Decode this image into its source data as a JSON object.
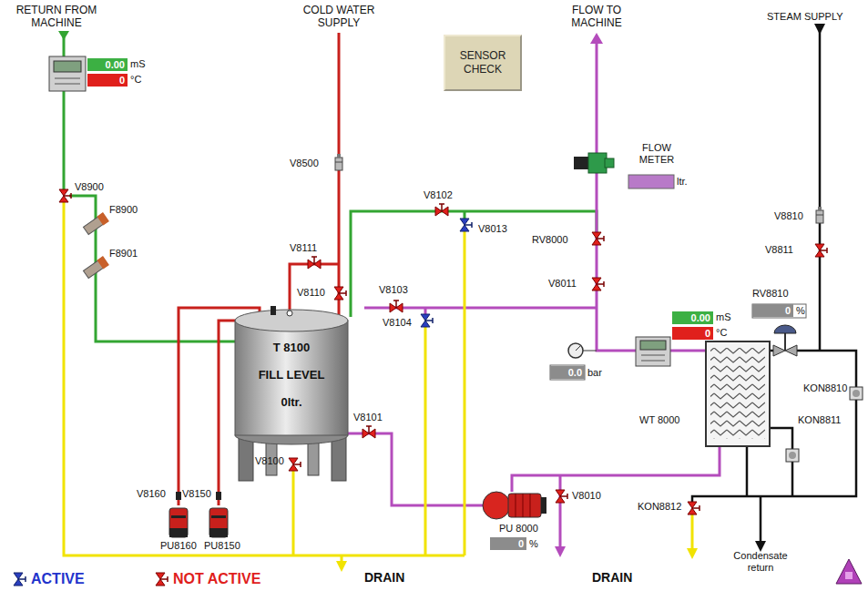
{
  "diagram": {
    "nodes": [
      {
        "text": [
          "SENSOR CHECK"
        ]
      },
      {
        "text": [
          "T 8100",
          "FILL LEVEL",
          "0ltr."
        ]
      }
    ],
    "labels": [
      "RETURN FROM MACHINE",
      "COLD WATER SUPPLY",
      "FLOW TO MACHINE",
      "STEAM SUPPLY",
      "0.00",
      "mS",
      "0",
      "°C",
      "V8900",
      "F8900",
      "F8901",
      "V8500",
      "V8102",
      "V8013",
      "RV8000",
      "FLOW METER",
      "ltr.",
      "V8810",
      "V8811",
      "V8111",
      "V8110",
      "V8103",
      "V8104",
      "V8011",
      "RV8810",
      "0",
      "%",
      "0.00",
      "mS",
      "0",
      "°C",
      "0.0",
      "bar",
      "KON8810",
      "KON8811",
      "WT 8000",
      "V8101",
      "V8160",
      "V8150",
      "V8100",
      "PU 8000",
      "0",
      "%",
      "V8010",
      "KON8812",
      "PU8160",
      "PU8150",
      "DRAIN",
      "DRAIN",
      "Condensate return"
    ],
    "legend": [
      {
        "text": "ACTIVE"
      },
      {
        "text": "NOT ACTIVE"
      }
    ]
  }
}
